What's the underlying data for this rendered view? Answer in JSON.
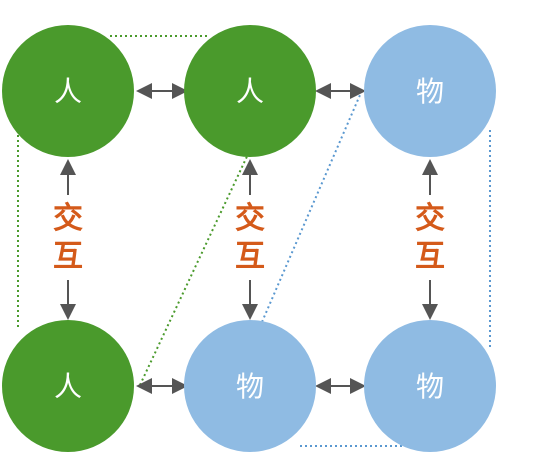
{
  "nodes": [
    {
      "label": "人",
      "kind": "person"
    },
    {
      "label": "人",
      "kind": "person"
    },
    {
      "label": "物",
      "kind": "thing"
    },
    {
      "label": "人",
      "kind": "person"
    },
    {
      "label": "物",
      "kind": "thing"
    },
    {
      "label": "物",
      "kind": "thing"
    }
  ],
  "interaction_labels": [
    {
      "line1": "交",
      "line2": "互"
    },
    {
      "line1": "交",
      "line2": "互"
    },
    {
      "line1": "交",
      "line2": "互"
    }
  ],
  "colors": {
    "person": "#4a9a2c",
    "thing": "#8fbbe3",
    "label_text": "#d45a1a",
    "arrow": "#555555",
    "dotted_green": "#4a9a2c",
    "dotted_blue": "#5a98d0"
  }
}
